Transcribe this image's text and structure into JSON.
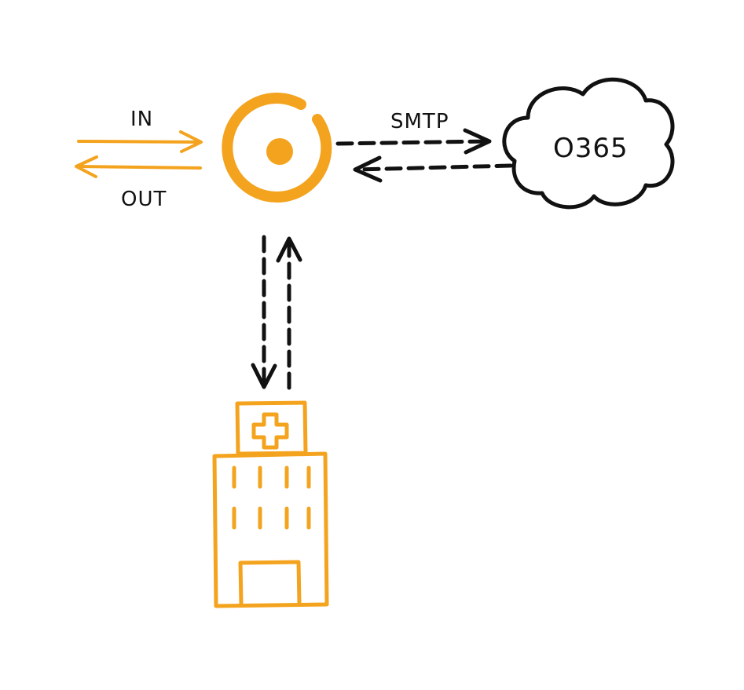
{
  "labels": {
    "in": "IN",
    "out": "OUT",
    "smtp": "SMTP",
    "cloud": "O365"
  },
  "colors": {
    "accent": "#F4A31E",
    "ink": "#111111"
  }
}
